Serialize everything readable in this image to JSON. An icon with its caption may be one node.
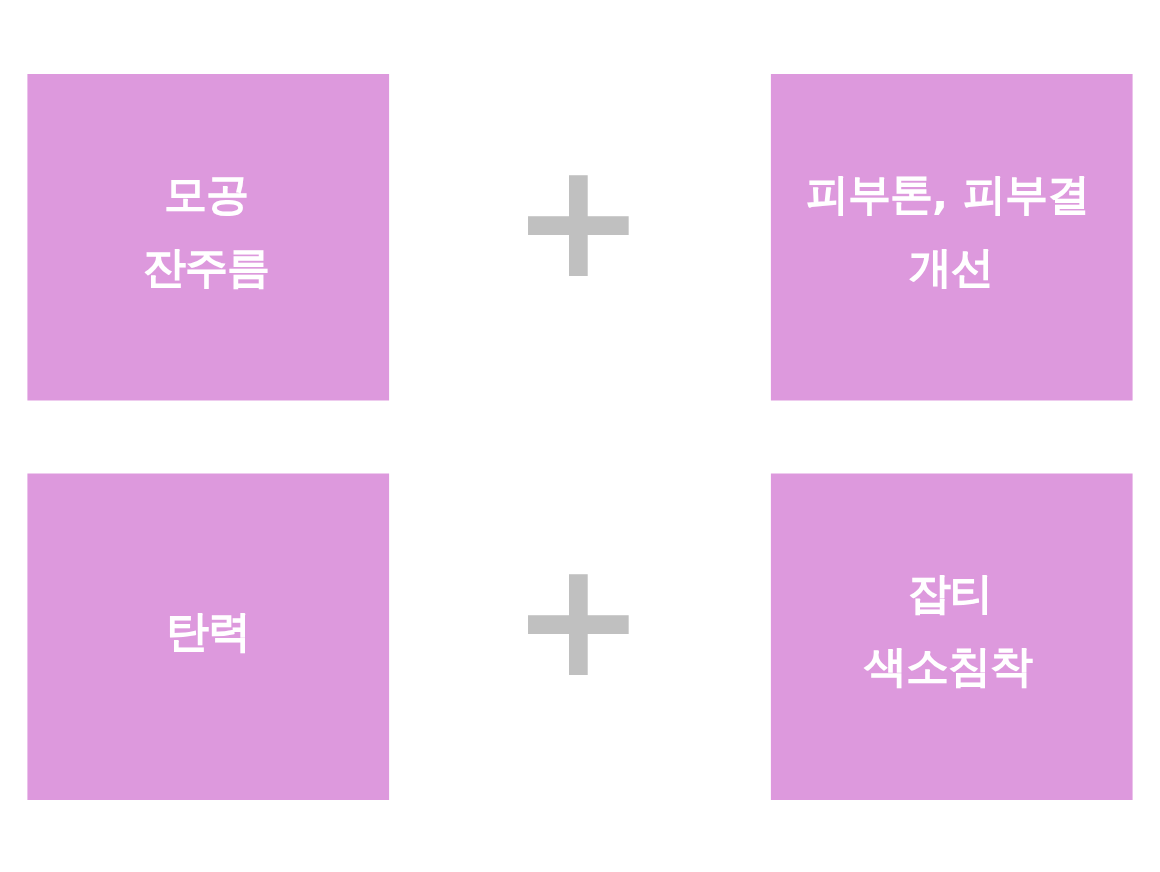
{
  "diagram": {
    "nodes": [
      {
        "text": [
          "모공",
          "잔주름"
        ]
      },
      {
        "text": [
          "피부톤, 피부결 개선"
        ]
      },
      {
        "text": [
          "탄력"
        ]
      },
      {
        "text": [
          "잡티",
          "색소침착"
        ]
      }
    ],
    "labels": [
      "+",
      "+"
    ]
  }
}
